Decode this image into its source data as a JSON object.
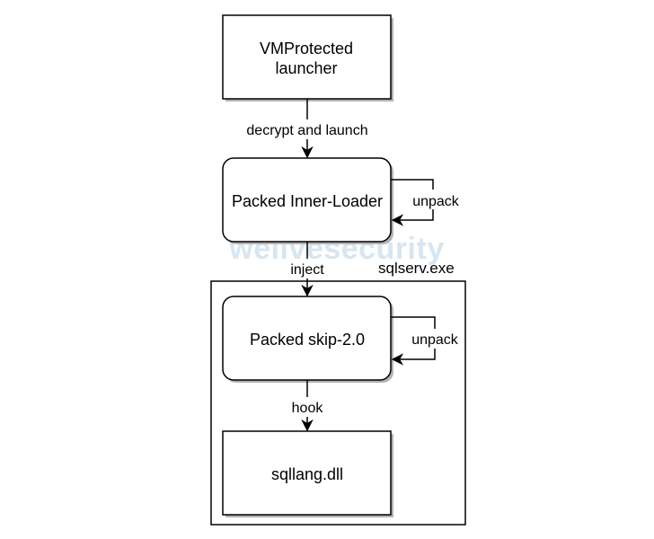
{
  "watermark": "welivesecurity",
  "nodes": {
    "launcher": {
      "line1": "VMProtected",
      "line2": "launcher"
    },
    "inner_loader": {
      "label": "Packed Inner-Loader"
    },
    "skip": {
      "label": "Packed skip-2.0"
    },
    "sqllang": {
      "label": "sqllang.dll"
    }
  },
  "container": {
    "label": "sqlserv.exe"
  },
  "edges": {
    "decrypt_launch": "decrypt and launch",
    "unpack_loader": "unpack",
    "inject": "inject",
    "unpack_skip": "unpack",
    "hook": "hook"
  },
  "colors": {
    "stroke": "#000000",
    "fill": "#ffffff",
    "shadow": "#b3b3b3",
    "watermark": "#d7e6ef"
  }
}
